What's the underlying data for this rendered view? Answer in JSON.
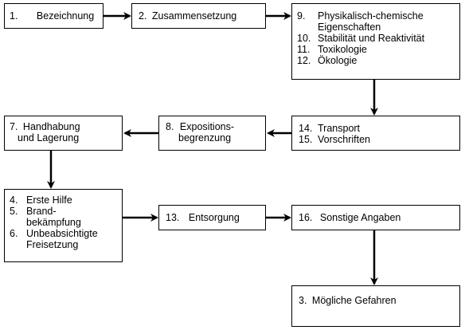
{
  "boxes": {
    "bezeichnung": {
      "items": [
        {
          "num": "1.",
          "text": "Bezeichnung"
        }
      ]
    },
    "zusammensetzung": {
      "items": [
        {
          "num": "2.",
          "text": "Zusammensetzung"
        }
      ]
    },
    "properties": {
      "items": [
        {
          "num": "9.",
          "lines": [
            "Physikalisch-chemische",
            "Eigenschaften"
          ]
        },
        {
          "num": "10.",
          "lines": [
            "Stabilität und Reaktivität"
          ]
        },
        {
          "num": "11.",
          "lines": [
            "Toxikologie"
          ]
        },
        {
          "num": "12.",
          "lines": [
            "Ökologie"
          ]
        }
      ]
    },
    "transport": {
      "items": [
        {
          "num": "14.",
          "text": "Transport"
        },
        {
          "num": "15.",
          "text": "Vorschriften"
        }
      ]
    },
    "exposition": {
      "items": [
        {
          "num": "8.",
          "lines": [
            "Expositions-",
            "begrenzung"
          ]
        }
      ]
    },
    "handhabung": {
      "items": [
        {
          "num": "7.",
          "lines": [
            "Handhabung",
            "und Lagerung"
          ]
        }
      ]
    },
    "emergency": {
      "items": [
        {
          "num": "4.",
          "lines": [
            "Erste Hilfe"
          ]
        },
        {
          "num": "5.",
          "lines": [
            "Brand-",
            "bekämpfung"
          ]
        },
        {
          "num": "6.",
          "lines": [
            "Unbeabsichtigte",
            "Freisetzung"
          ]
        }
      ]
    },
    "entsorgung": {
      "items": [
        {
          "num": "13.",
          "text": "Entsorgung"
        }
      ]
    },
    "sonstige": {
      "items": [
        {
          "num": "16.",
          "text": "Sonstige Angaben"
        }
      ]
    },
    "gefahren": {
      "items": [
        {
          "num": "3.",
          "text": "Mögliche Gefahren"
        }
      ]
    }
  },
  "colors": {
    "line": "#000000",
    "background": "#ffffff"
  }
}
